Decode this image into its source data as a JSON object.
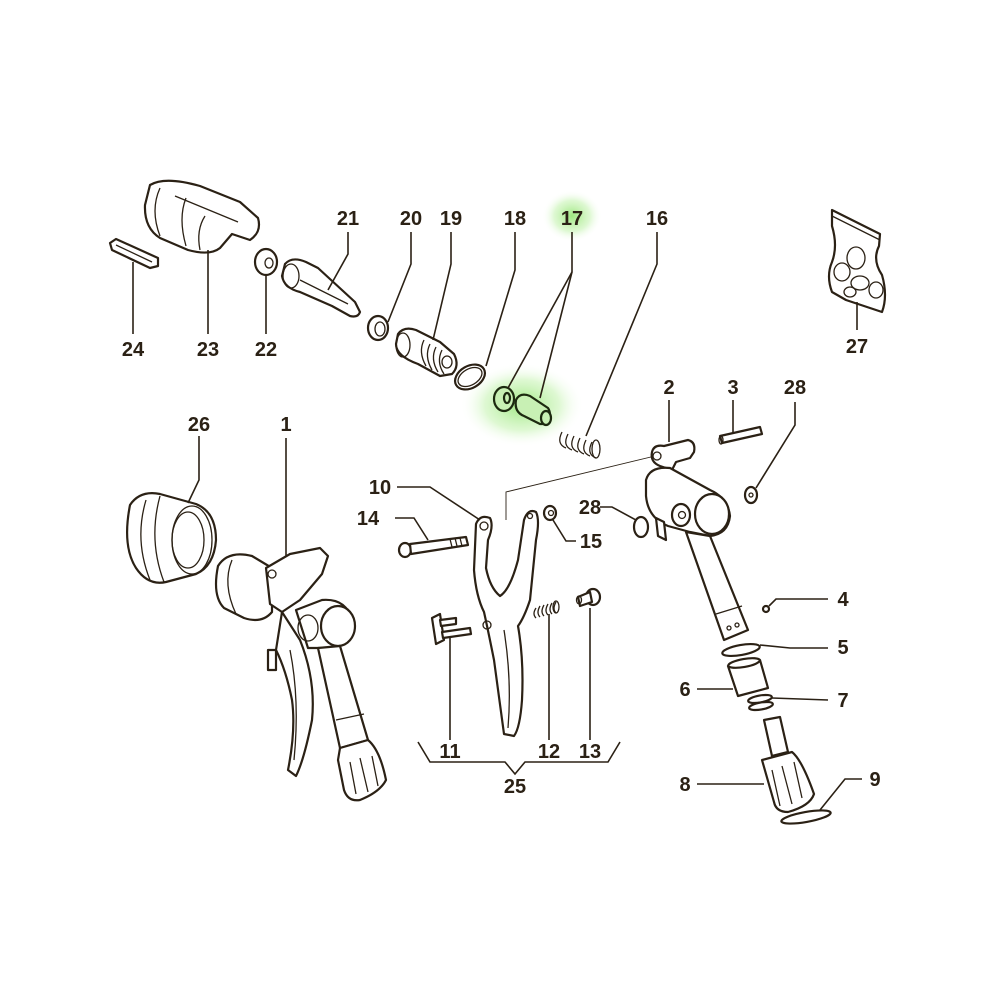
{
  "diagram": {
    "type": "exploded-parts-diagram",
    "subject": "Spray gun / dispensing gun assembly",
    "highlight_color": "#8de36a",
    "line_color": "#2b2115",
    "highlighted_part": "17",
    "parts": [
      {
        "id": "p1",
        "number": "1",
        "description": "Gun body / handle assembly"
      },
      {
        "id": "p2",
        "number": "2",
        "description": "Valve body"
      },
      {
        "id": "p3",
        "number": "3",
        "description": "Pin"
      },
      {
        "id": "p4",
        "number": "4",
        "description": "Small ball"
      },
      {
        "id": "p5",
        "number": "5",
        "description": "O-ring"
      },
      {
        "id": "p6",
        "number": "6",
        "description": "Sleeve"
      },
      {
        "id": "p7",
        "number": "7",
        "description": "O-rings (pair)"
      },
      {
        "id": "p8",
        "number": "8",
        "description": "Swivel inlet fitting"
      },
      {
        "id": "p9",
        "number": "9",
        "description": "O-ring"
      },
      {
        "id": "p10",
        "number": "10",
        "description": "Trigger"
      },
      {
        "id": "p11",
        "number": "11",
        "description": "Trigger lock"
      },
      {
        "id": "p12",
        "number": "12",
        "description": "Spring"
      },
      {
        "id": "p13",
        "number": "13",
        "description": "Pin"
      },
      {
        "id": "p14",
        "number": "14",
        "description": "Bolt"
      },
      {
        "id": "p15",
        "number": "15",
        "description": "Nut"
      },
      {
        "id": "p16",
        "number": "16",
        "description": "Spring"
      },
      {
        "id": "p17",
        "number": "17",
        "description": "Valve seat and plunger (highlighted)"
      },
      {
        "id": "p18",
        "number": "18",
        "description": "O-ring"
      },
      {
        "id": "p19",
        "number": "19",
        "description": "Threaded valve housing"
      },
      {
        "id": "p20",
        "number": "20",
        "description": "Washer"
      },
      {
        "id": "p21",
        "number": "21",
        "description": "Stem"
      },
      {
        "id": "p22",
        "number": "22",
        "description": "Bushing"
      },
      {
        "id": "p23",
        "number": "23",
        "description": "Nozzle coupler"
      },
      {
        "id": "p24",
        "number": "24",
        "description": "Clip"
      },
      {
        "id": "p25",
        "number": "25",
        "description": "Trigger kit (11, 12, 13)"
      },
      {
        "id": "p26",
        "number": "26",
        "description": "Boot / sleeve"
      },
      {
        "id": "p27",
        "number": "27",
        "description": "Seal kit bag"
      },
      {
        "id": "p28",
        "number": "28",
        "description": "Washer / seal"
      }
    ],
    "labels": {
      "l1": "1",
      "l2": "2",
      "l3": "3",
      "l4": "4",
      "l5": "5",
      "l6": "6",
      "l7": "7",
      "l8": "8",
      "l9": "9",
      "l10": "10",
      "l11": "11",
      "l12": "12",
      "l13": "13",
      "l14": "14",
      "l15": "15",
      "l16": "16",
      "l17": "17",
      "l18": "18",
      "l19": "19",
      "l20": "20",
      "l21": "21",
      "l22": "22",
      "l23": "23",
      "l24": "24",
      "l25": "25",
      "l26": "26",
      "l27": "27",
      "l28a": "28",
      "l28b": "28"
    }
  }
}
